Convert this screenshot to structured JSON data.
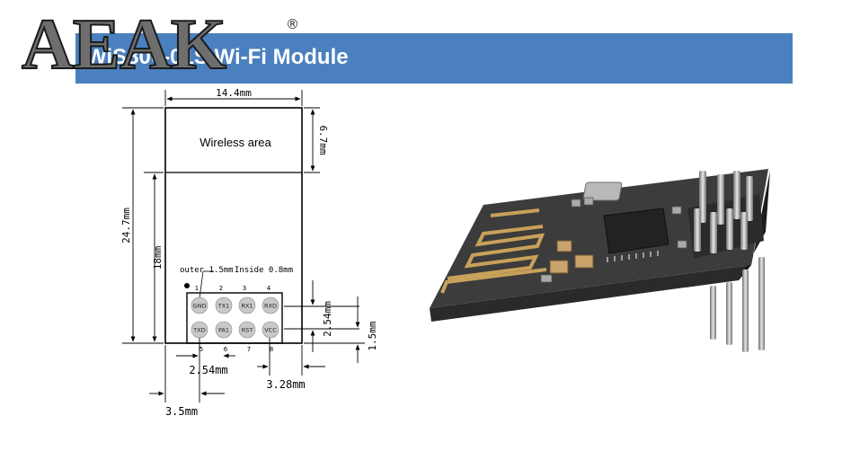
{
  "header": {
    "title": "WiS800-01S  Wi-Fi Module",
    "logo_text": "AEAK",
    "reg_mark": "®",
    "banner_color": "#4a80bf"
  },
  "drawing": {
    "antenna_label": "Wireless area",
    "dims": {
      "width": "14.4mm",
      "height": "24.7mm",
      "antenna_height": "6.7mm",
      "body_height": "18mm",
      "pin_pitch_x": "2.54mm",
      "pin_pitch_y": "2.54mm",
      "bottom_offset": "1.5mm",
      "right_offset": "3.28mm",
      "left_offset": "3.5mm"
    },
    "pad_note": {
      "outer": "outer 1.5mm",
      "inside": "Inside 0.8mm"
    },
    "top_pin_numbers": [
      "1",
      "2",
      "3",
      "4"
    ],
    "bottom_pin_numbers": [
      "5",
      "6",
      "7",
      "8"
    ],
    "top_pins": [
      "GND",
      "TX1",
      "RX1",
      "RXD"
    ],
    "bottom_pins": [
      "TXD",
      "PA1",
      "RST",
      "VCC"
    ]
  },
  "photo": {
    "subject": "esp-01s-module-photo"
  }
}
